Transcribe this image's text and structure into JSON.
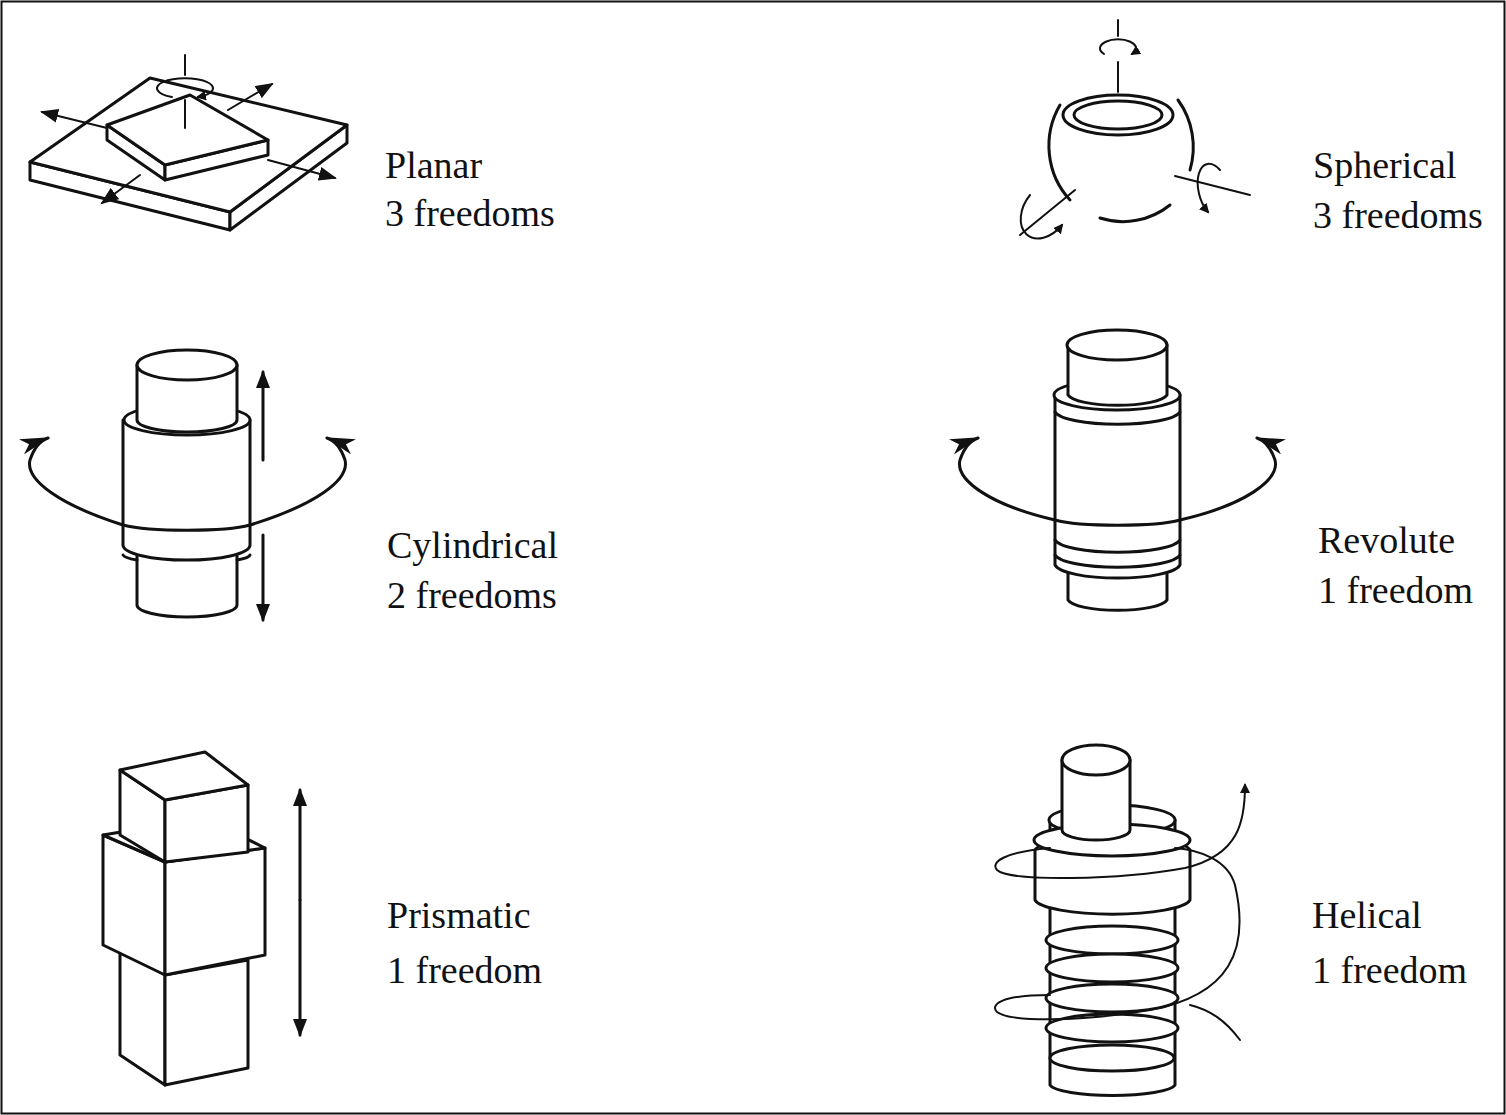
{
  "diagram": {
    "labels": [
      "Planar",
      "3 freedoms",
      "Spherical",
      "3 freedoms",
      "Cylindrical",
      "2 freedoms",
      "Revolute",
      "1 freedom",
      "Prismatic",
      "1 freedom",
      "Helical",
      "1 freedom"
    ]
  }
}
